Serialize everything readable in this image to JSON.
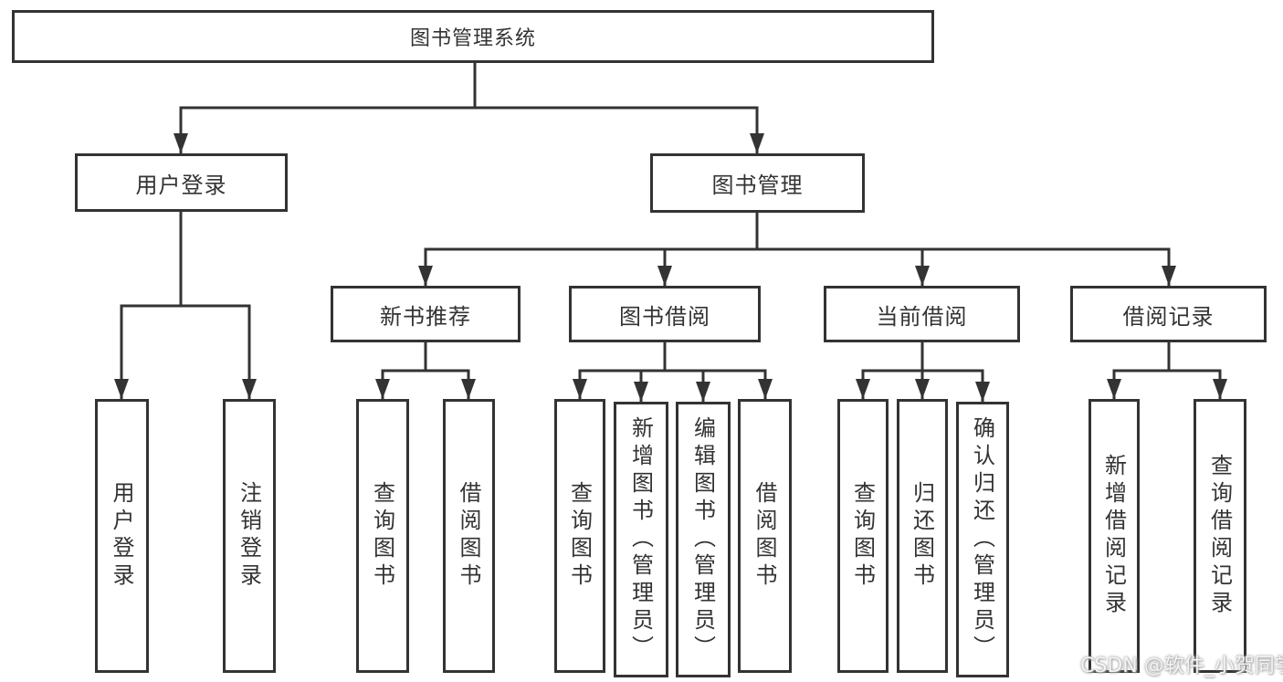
{
  "diagram": {
    "type": "tree",
    "hierarchy": {
      "label": "图书管理系统",
      "children": [
        {
          "label": "用户登录",
          "children": [
            {
              "label": "用户登录"
            },
            {
              "label": "注销登录"
            }
          ]
        },
        {
          "label": "图书管理",
          "children": [
            {
              "label": "新书推荐",
              "children": [
                {
                  "label": "查询图书"
                },
                {
                  "label": "借阅图书"
                }
              ]
            },
            {
              "label": "图书借阅",
              "children": [
                {
                  "label": "查询图书"
                },
                {
                  "label": "新增图书（管理员）"
                },
                {
                  "label": "编辑图书（管理员）"
                },
                {
                  "label": "借阅图书"
                }
              ]
            },
            {
              "label": "当前借阅",
              "children": [
                {
                  "label": "查询图书"
                },
                {
                  "label": "归还图书"
                },
                {
                  "label": "确认归还（管理员）"
                }
              ]
            },
            {
              "label": "借阅记录",
              "children": [
                {
                  "label": "新增借阅记录"
                },
                {
                  "label": "查询借阅记录"
                }
              ]
            }
          ]
        }
      ]
    }
  },
  "watermark": {
    "text": "CSDN @软件_小贺同学"
  },
  "colors": {
    "line": "#333333",
    "text": "#333333",
    "box_background": "#ffffff",
    "page_background": "#ffffff",
    "watermark": "#f4f4f4"
  }
}
